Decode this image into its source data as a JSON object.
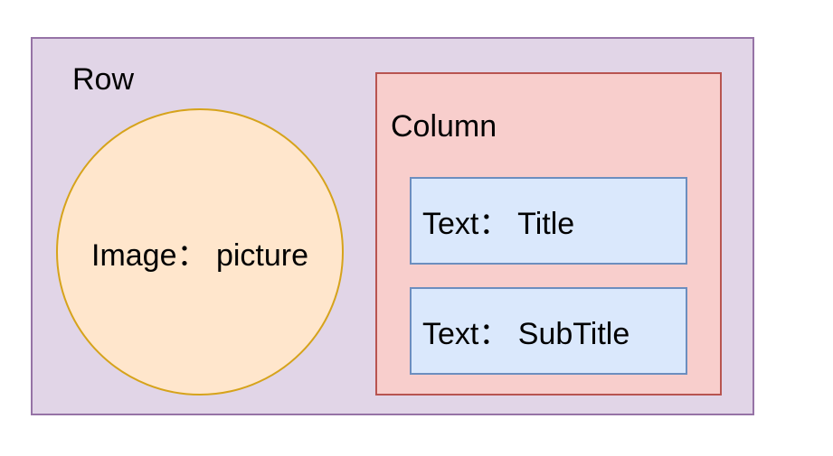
{
  "row": {
    "label": "Row",
    "fill": "#e1d5e7",
    "stroke": "#9673a6"
  },
  "image": {
    "label": "Image： picture",
    "fill": "#ffe6cc",
    "stroke": "#d6a31b"
  },
  "column": {
    "label": "Column",
    "fill": "#f8cecc",
    "stroke": "#b85450"
  },
  "texts": [
    {
      "label": "Text： Title"
    },
    {
      "label": "Text： SubTitle"
    }
  ],
  "text_box_colors": {
    "fill": "#dae8fc",
    "stroke": "#6c8ebf"
  }
}
